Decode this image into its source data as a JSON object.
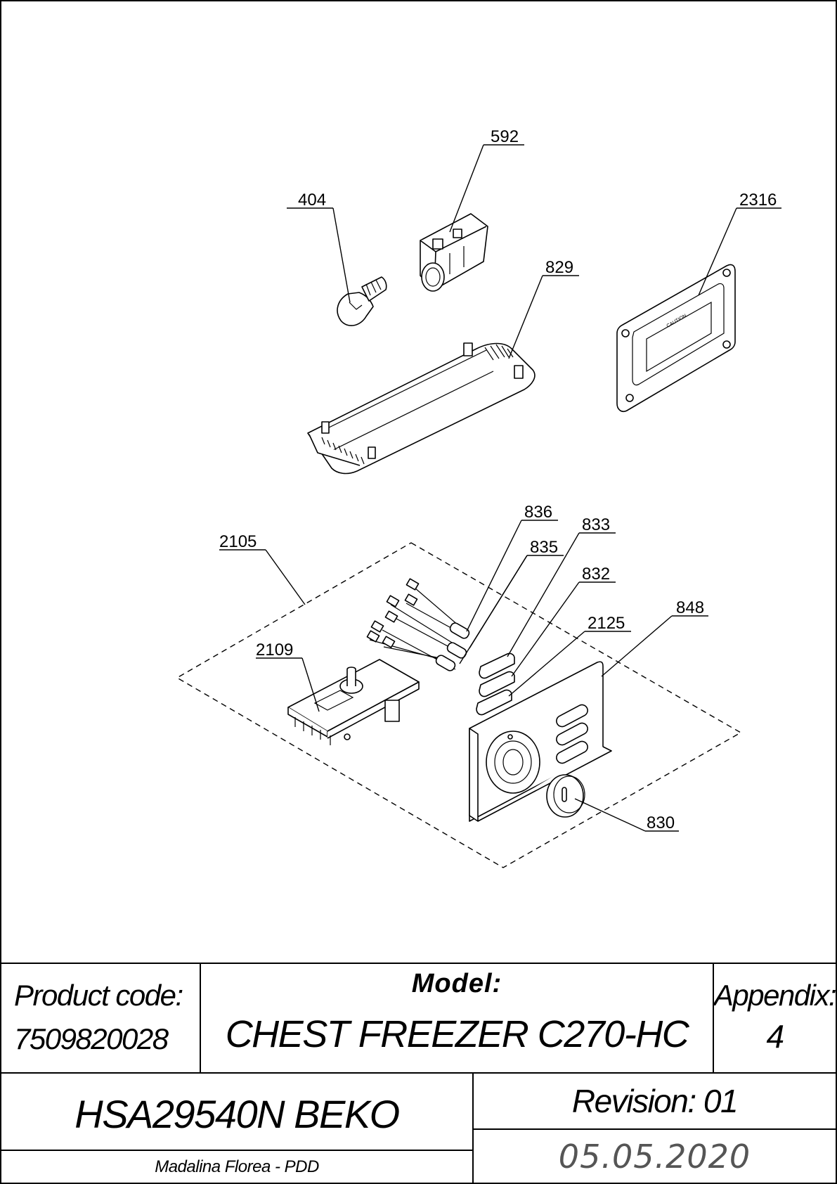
{
  "callouts": [
    {
      "id": "592",
      "text": "592"
    },
    {
      "id": "404",
      "text": "404"
    },
    {
      "id": "2316",
      "text": "2316"
    },
    {
      "id": "829",
      "text": "829"
    },
    {
      "id": "836",
      "text": "836"
    },
    {
      "id": "833",
      "text": "833"
    },
    {
      "id": "835",
      "text": "835"
    },
    {
      "id": "2105",
      "text": "2105"
    },
    {
      "id": "832",
      "text": "832"
    },
    {
      "id": "848",
      "text": "848"
    },
    {
      "id": "2125",
      "text": "2125"
    },
    {
      "id": "2109",
      "text": "2109"
    },
    {
      "id": "830",
      "text": "830"
    }
  ],
  "cover_text": "CAUTION",
  "title_block": {
    "product_code_label": "Product code:",
    "product_code": "7509820028",
    "model_label": "Model:",
    "model": "CHEST FREEZER C270-HC",
    "appendix_label": "Appendix:",
    "appendix": "4",
    "product_name": "HSA29540N BEKO",
    "revision": "Revision: 01",
    "author": "Madalina Florea - PDD",
    "date": "05.05.2020"
  }
}
